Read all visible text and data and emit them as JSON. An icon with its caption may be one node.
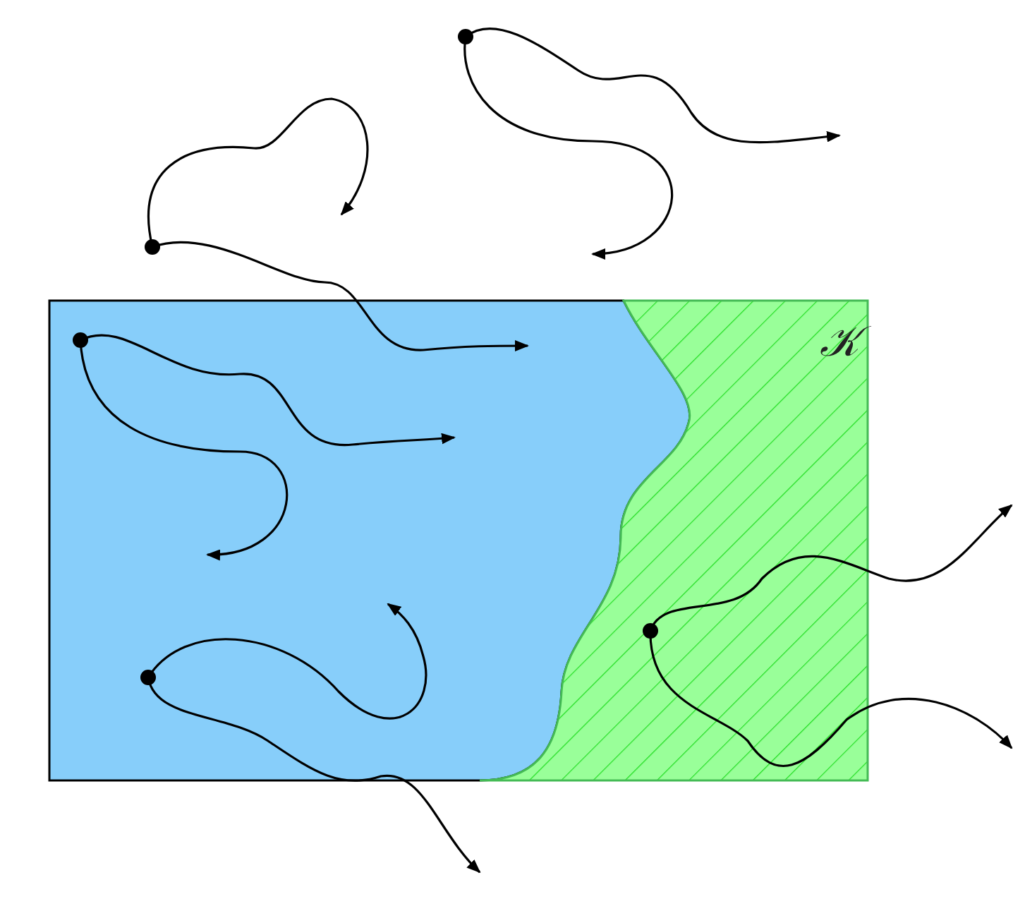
{
  "diagram": {
    "nodes": [
      {
        "text": [],
        "shape": "circle"
      },
      {
        "text": [],
        "shape": "circle"
      },
      {
        "text": [],
        "shape": "circle"
      },
      {
        "text": [],
        "shape": "circle"
      },
      {
        "text": [
          "𝒦"
        ]
      },
      {
        "text": [],
        "shape": "circle",
        "in": 4
      }
    ],
    "edges": [
      {
        "from": 0,
        "to": null,
        "arrow": "to"
      },
      {
        "from": 0,
        "to": null,
        "arrow": "to"
      },
      {
        "from": 1,
        "to": null,
        "arrow": "to"
      },
      {
        "from": 1,
        "to": null,
        "arrow": "to"
      },
      {
        "from": 2,
        "to": null,
        "arrow": "to"
      },
      {
        "from": 2,
        "to": null,
        "arrow": "to"
      },
      {
        "from": 3,
        "to": null,
        "arrow": "to"
      },
      {
        "from": 3,
        "to": null,
        "arrow": "to"
      },
      {
        "from": 5,
        "to": null,
        "arrow": "to"
      },
      {
        "from": 5,
        "to": null,
        "arrow": "to"
      }
    ]
  }
}
